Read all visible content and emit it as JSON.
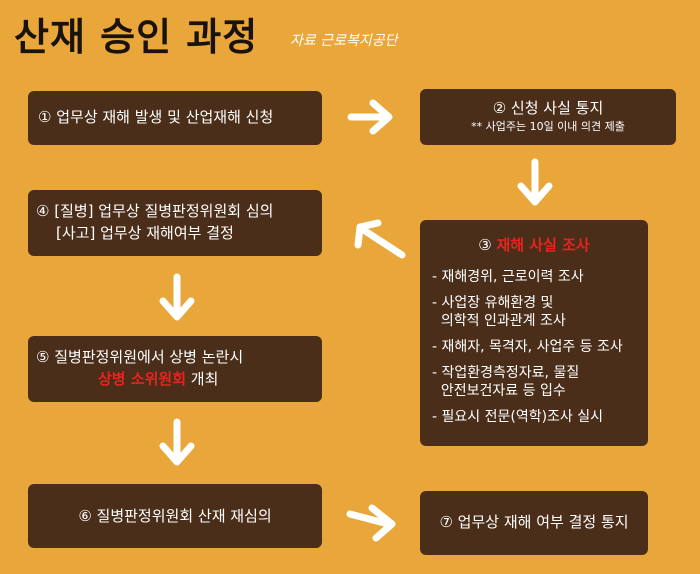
{
  "header": {
    "title": "산재 승인 과정",
    "source": "자료 근로복지공단"
  },
  "steps": {
    "s1": {
      "text": "① 업무상 재해 발생 및 산업재해 신청"
    },
    "s2": {
      "text": "② 신청 사실 통지",
      "note": "** 사업주는 10일 이내 의견 제출"
    },
    "s3": {
      "prefix": "③",
      "title": "재해 사실 조사",
      "items": [
        "- 재해경위, 근로이력 조사",
        "- 사업장 유해환경 및",
        "  의학적 인과관계 조사",
        "- 재해자, 목격자, 사업주 등 조사",
        "- 작업환경측정자료, 물질",
        "  안전보건자료 등 입수",
        "- 필요시 전문(역학)조사 실시"
      ]
    },
    "s4": {
      "line1": "④ [질병] 업무상 질병판정위원회 심의",
      "line2": "[사고] 업무상 재해여부 결정"
    },
    "s5": {
      "line1": "⑤ 질병판정위원에서 상병 논란시",
      "highlight": "상병 소위원회",
      "suffix": " 개최"
    },
    "s6": {
      "text": "⑥ 질병판정위원회 산재 재심의"
    },
    "s7": {
      "text": "⑦ 업무상 재해 여부 결정 통지"
    }
  },
  "colors": {
    "background": "#e9a63a",
    "box": "#4b2e19",
    "highlight": "#e8231f",
    "arrow": "#ffffff"
  }
}
